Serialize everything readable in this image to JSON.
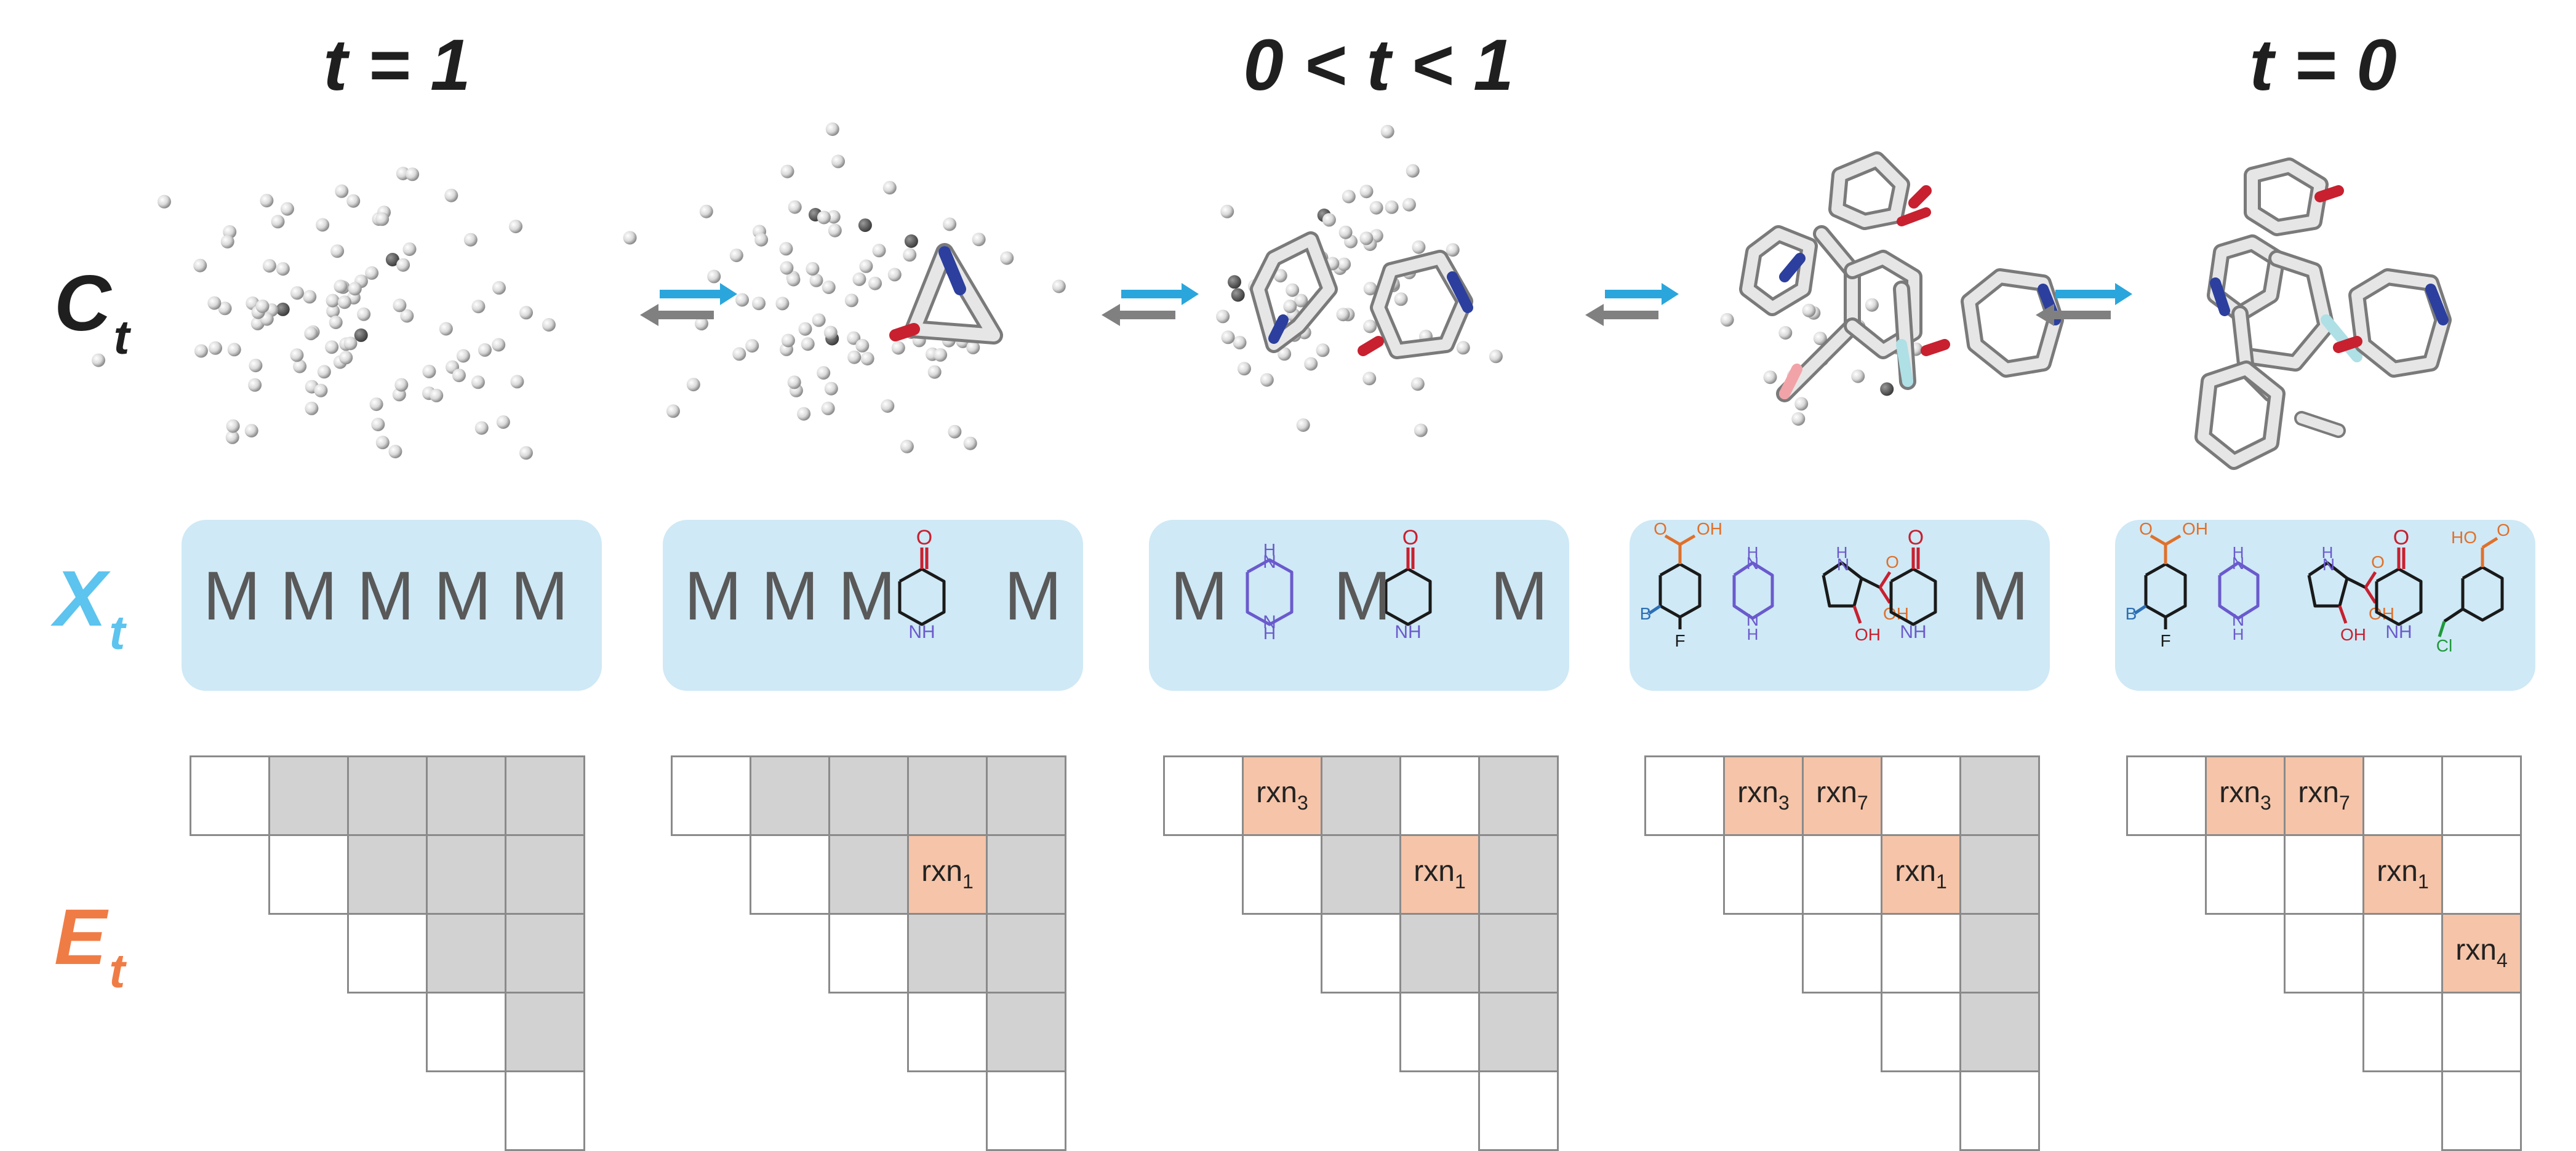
{
  "time_labels": {
    "t1": "t = 1",
    "mid": "0 < t < 1",
    "t0": "t = 0"
  },
  "row_labels": {
    "coords": {
      "main": "C",
      "sub": "t"
    },
    "atoms": {
      "main": "X",
      "sub": "t"
    },
    "edges": {
      "main": "E",
      "sub": "t"
    }
  },
  "mask_token": "M",
  "rxn_prefix": "rxn",
  "edge_matrices": [
    {
      "masked": [
        [
          0,
          1
        ],
        [
          0,
          2
        ],
        [
          0,
          3
        ],
        [
          0,
          4
        ],
        [
          1,
          2
        ],
        [
          1,
          3
        ],
        [
          1,
          4
        ],
        [
          2,
          3
        ],
        [
          2,
          4
        ],
        [
          3,
          4
        ]
      ],
      "rxn": []
    },
    {
      "masked": [
        [
          0,
          1
        ],
        [
          0,
          2
        ],
        [
          0,
          3
        ],
        [
          0,
          4
        ],
        [
          1,
          2
        ],
        [
          1,
          4
        ],
        [
          2,
          3
        ],
        [
          2,
          4
        ],
        [
          3,
          4
        ]
      ],
      "rxn": [
        {
          "pos": [
            1,
            3
          ],
          "index": "1"
        }
      ]
    },
    {
      "masked": [
        [
          0,
          2
        ],
        [
          0,
          4
        ],
        [
          1,
          2
        ],
        [
          1,
          4
        ],
        [
          2,
          3
        ],
        [
          2,
          4
        ],
        [
          3,
          4
        ]
      ],
      "rxn": [
        {
          "pos": [
            0,
            1
          ],
          "index": "3"
        },
        {
          "pos": [
            1,
            3
          ],
          "index": "1"
        }
      ]
    },
    {
      "masked": [
        [
          0,
          4
        ],
        [
          1,
          4
        ],
        [
          2,
          4
        ],
        [
          3,
          4
        ]
      ],
      "rxn": [
        {
          "pos": [
            0,
            1
          ],
          "index": "3"
        },
        {
          "pos": [
            0,
            2
          ],
          "index": "7"
        },
        {
          "pos": [
            1,
            3
          ],
          "index": "1"
        }
      ]
    },
    {
      "masked": [],
      "rxn": [
        {
          "pos": [
            0,
            1
          ],
          "index": "3"
        },
        {
          "pos": [
            0,
            2
          ],
          "index": "7"
        },
        {
          "pos": [
            1,
            3
          ],
          "index": "1"
        },
        {
          "pos": [
            2,
            4
          ],
          "index": "4"
        }
      ]
    }
  ],
  "atom_panels": [
    [
      "M",
      "M",
      "M",
      "M",
      "M"
    ],
    [
      "M",
      "M",
      "M",
      "piperidinone",
      "M"
    ],
    [
      "M",
      "piperazine",
      "M",
      "piperidinone",
      "M"
    ],
    [
      "bromofluorobenzoic-acid",
      "bicyclic-diamine",
      "hydroxy-acid",
      "piperidinone",
      "M"
    ],
    [
      "bromofluorobenzoic-acid",
      "bicyclic-diamine",
      "hydroxy-acid",
      "piperidinone",
      "chloromethyl-benzoic-acid"
    ]
  ],
  "fragment_labels": {
    "carbonyl_o": "O",
    "oh": "OH",
    "nh": "NH",
    "h": "H",
    "n": "N",
    "br": "B",
    "f": "F",
    "cl": "Cl",
    "ho": "HO"
  },
  "colors": {
    "coords_label": "#1f1f1f",
    "atoms_label": "#5cc4ee",
    "edges_label": "#f07c45",
    "panel_bg": "#cfe9f6",
    "masked_cell": "#d2d2d2",
    "rxn_cell": "#f6c4a8",
    "arrow_forward": "#2aa6dc",
    "arrow_back": "#808080",
    "oxygen": "#c8202f",
    "nitrogen": "#6a5acd",
    "acid": "#e0702a"
  }
}
